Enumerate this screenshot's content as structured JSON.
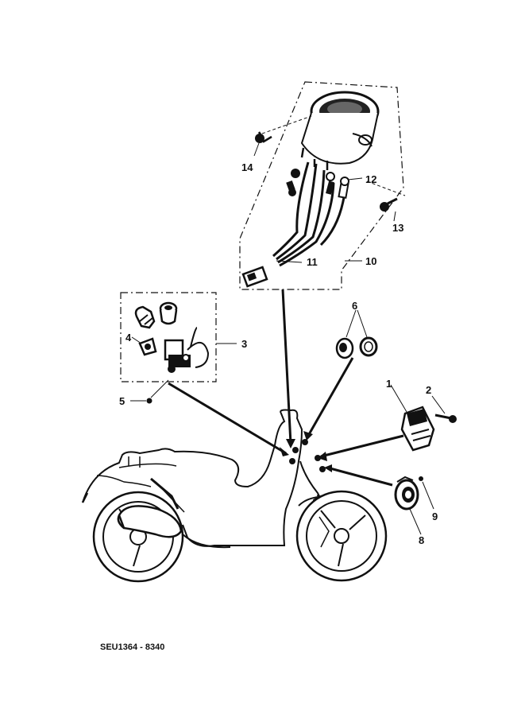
{
  "callouts": {
    "p1": "1",
    "p2": "2",
    "p3": "3",
    "p4": "4",
    "p5": "5",
    "p6": "6",
    "p8": "8",
    "p9": "9",
    "p10": "10",
    "p11": "11",
    "p12": "12",
    "p13": "13",
    "p14": "14"
  },
  "drawing_code": "SEU1364 - 8340",
  "colors": {
    "ink": "#111111",
    "paper": "#ffffff"
  }
}
